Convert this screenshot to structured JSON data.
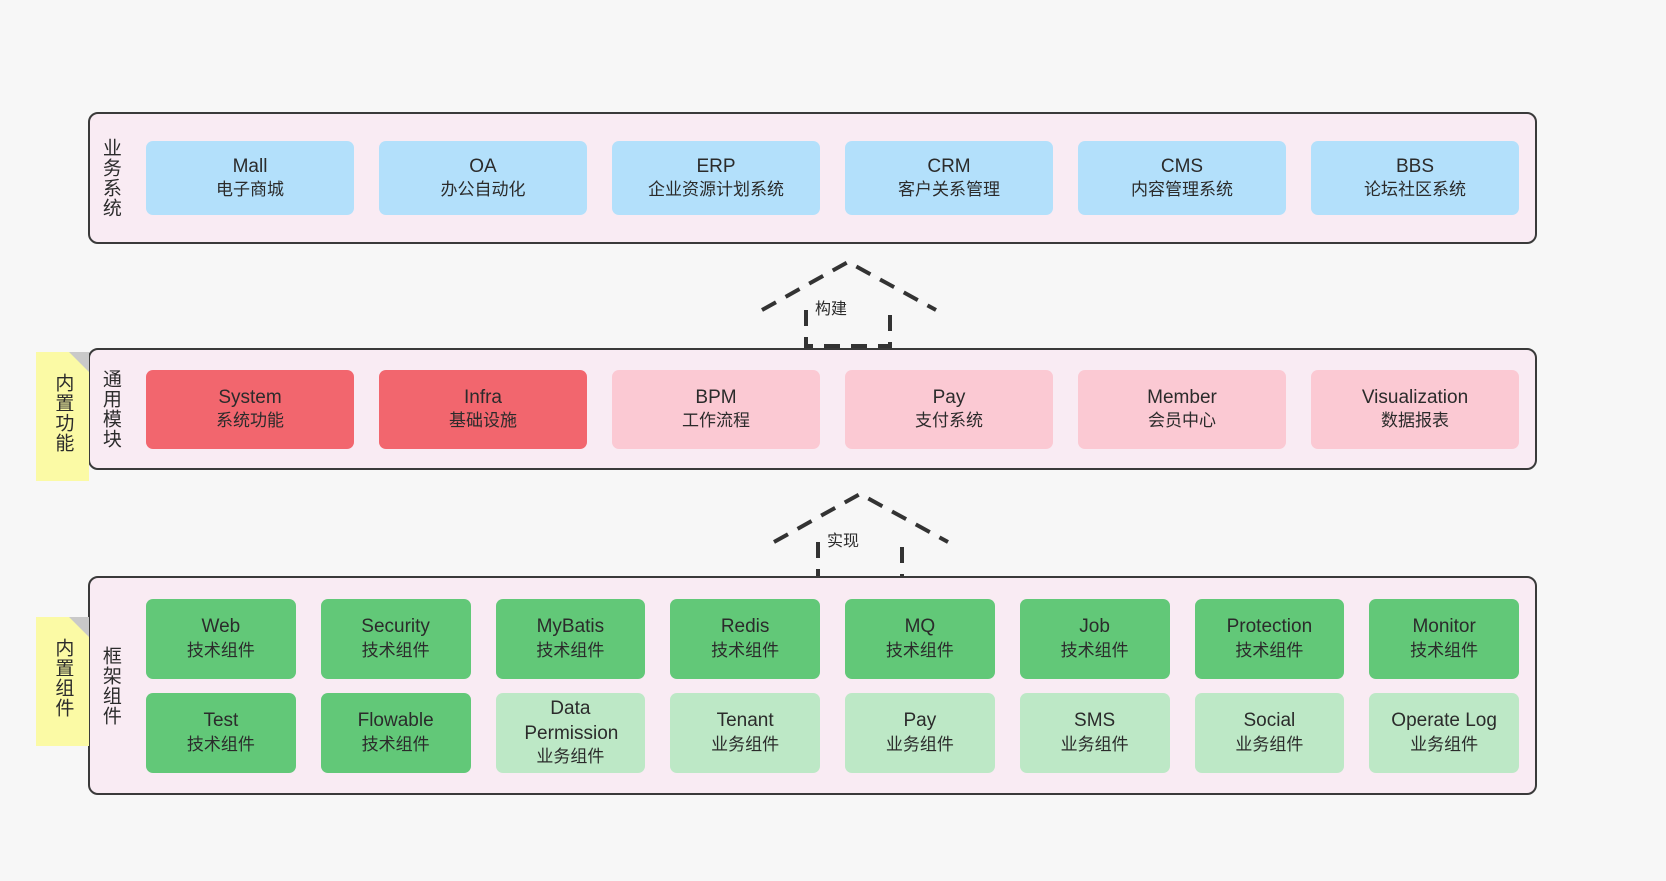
{
  "diagram": {
    "background": "#f7f7f7",
    "container_fill": "#f9ebf3",
    "container_border": "#3a3a3a",
    "note_fill": "#fbfaa5",
    "note_fold": "#c9c9c9",
    "palette": {
      "blue": "#b3e0fb",
      "red": "#f2666e",
      "pink": "#fbc9d3",
      "green": "#62c878",
      "green_light": "#bde8c6"
    }
  },
  "layers": [
    {
      "id": "business",
      "title": "业务系统",
      "rows": [
        {
          "cards": [
            {
              "name": "Mall",
              "desc": "电子商城",
              "color": "blue"
            },
            {
              "name": "OA",
              "desc": "办公自动化",
              "color": "blue"
            },
            {
              "name": "ERP",
              "desc": "企业资源计划系统",
              "color": "blue"
            },
            {
              "name": "CRM",
              "desc": "客户关系管理",
              "color": "blue"
            },
            {
              "name": "CMS",
              "desc": "内容管理系统",
              "color": "blue"
            },
            {
              "name": "BBS",
              "desc": "论坛社区系统",
              "color": "blue"
            }
          ]
        }
      ]
    },
    {
      "id": "common",
      "title": "通用模块",
      "note": "内置功能",
      "rows": [
        {
          "cards": [
            {
              "name": "System",
              "desc": "系统功能",
              "color": "red"
            },
            {
              "name": "Infra",
              "desc": "基础设施",
              "color": "red"
            },
            {
              "name": "BPM",
              "desc": "工作流程",
              "color": "pink"
            },
            {
              "name": "Pay",
              "desc": "支付系统",
              "color": "pink"
            },
            {
              "name": "Member",
              "desc": "会员中心",
              "color": "pink"
            },
            {
              "name": "Visualization",
              "desc": "数据报表",
              "color": "pink"
            }
          ]
        }
      ]
    },
    {
      "id": "framework",
      "title": "框架组件",
      "note": "内置组件",
      "rows": [
        {
          "cards": [
            {
              "name": "Web",
              "desc": "技术组件",
              "color": "green"
            },
            {
              "name": "Security",
              "desc": "技术组件",
              "color": "green"
            },
            {
              "name": "MyBatis",
              "desc": "技术组件",
              "color": "green"
            },
            {
              "name": "Redis",
              "desc": "技术组件",
              "color": "green"
            },
            {
              "name": "MQ",
              "desc": "技术组件",
              "color": "green"
            },
            {
              "name": "Job",
              "desc": "技术组件",
              "color": "green"
            },
            {
              "name": "Protection",
              "desc": "技术组件",
              "color": "green"
            },
            {
              "name": "Monitor",
              "desc": "技术组件",
              "color": "green"
            }
          ]
        },
        {
          "cards": [
            {
              "name": "Test",
              "desc": "技术组件",
              "color": "green"
            },
            {
              "name": "Flowable",
              "desc": "技术组件",
              "color": "green"
            },
            {
              "name": "Data Permission",
              "desc": "业务组件",
              "color": "green_light"
            },
            {
              "name": "Tenant",
              "desc": "业务组件",
              "color": "green_light"
            },
            {
              "name": "Pay",
              "desc": "业务组件",
              "color": "green_light"
            },
            {
              "name": "SMS",
              "desc": "业务组件",
              "color": "green_light"
            },
            {
              "name": "Social",
              "desc": "业务组件",
              "color": "green_light"
            },
            {
              "name": "Operate Log",
              "desc": "业务组件",
              "color": "green_light"
            }
          ]
        }
      ]
    }
  ],
  "connectors": [
    {
      "id": "build",
      "label": "构建",
      "from": "common",
      "to": "business"
    },
    {
      "id": "implement",
      "label": "实现",
      "from": "framework",
      "to": "common"
    }
  ]
}
